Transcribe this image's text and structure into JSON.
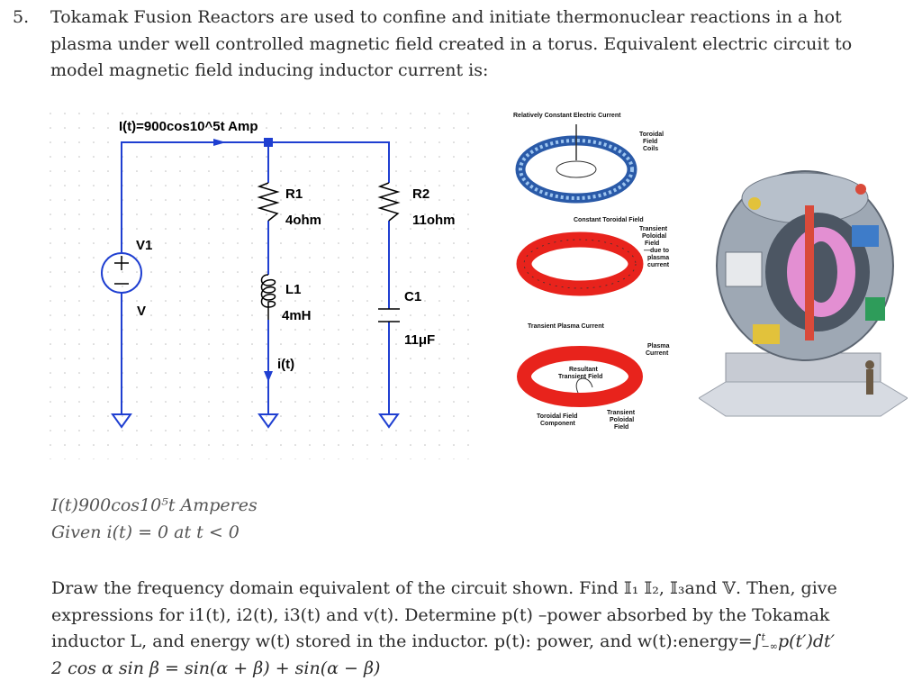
{
  "question": {
    "number": "5.",
    "lines": [
      "Tokamak Fusion Reactors are used to confine and initiate thermonuclear reactions in a hot",
      "plasma under well controlled magnetic field created in a torus. Equivalent electric circuit to",
      "model magnetic field inducing inductor current is:"
    ]
  },
  "circuit": {
    "source_label": "I(t)=900cos10^5t Amp",
    "v1_name": "V1",
    "v1_value": "V",
    "r1_name": "R1",
    "r1_value": "4ohm",
    "r2_name": "R2",
    "r2_value": "11ohm",
    "l1_name": "L1",
    "l1_value": "4mH",
    "c1_name": "C1",
    "c1_value": "11μF",
    "current_label": "i(t)"
  },
  "tokamak_diagram": {
    "label_top": "Relatively Constant Electric Current",
    "label_toroidal_coils": [
      "Toroidal",
      "Field",
      "Coils"
    ],
    "label_constant_field": "Constant Toroidal Field",
    "label_transient_poloidal": [
      "Transient",
      "Poloidal",
      "Field",
      "—due to",
      "plasma",
      "current"
    ],
    "label_transient_current": "Transient Plasma Current",
    "label_plasma_current": [
      "Plasma",
      "Current"
    ],
    "label_resultant": [
      "Resultant",
      "Transient Field"
    ],
    "label_toroidal_component": [
      "Toroidal Field",
      "Component"
    ],
    "label_transient_poloidal_bottom": [
      "Transient",
      "Poloidal",
      "Field"
    ]
  },
  "given": {
    "line1": "I(t)900cos10⁵t Amperes",
    "line2": "Given i(t) = 0 at t < 0"
  },
  "task": {
    "line1": "Draw the frequency domain equivalent of the circuit shown. Find 𝕀₁ 𝕀₂, 𝕀₃and 𝕍. Then,  give",
    "line2": "expressions for i1(t), i2(t), i3(t) and v(t). Determine p(t) –power absorbed by the Tokamak",
    "line3_a": "inductor L, and energy w(t) stored in the inductor. p(t): power, and w(t):energy=",
    "line3_b": "∫",
    "line3_c": "p(t′)dt′",
    "integral_upper": "t",
    "integral_lower": "−∞",
    "identity": "2 cos α sin β = sin(α + β) + sin(α − β)"
  },
  "colors": {
    "wire": "#1f3fd1",
    "torus_red": "#e8231c",
    "text": "#2b2b2b"
  }
}
